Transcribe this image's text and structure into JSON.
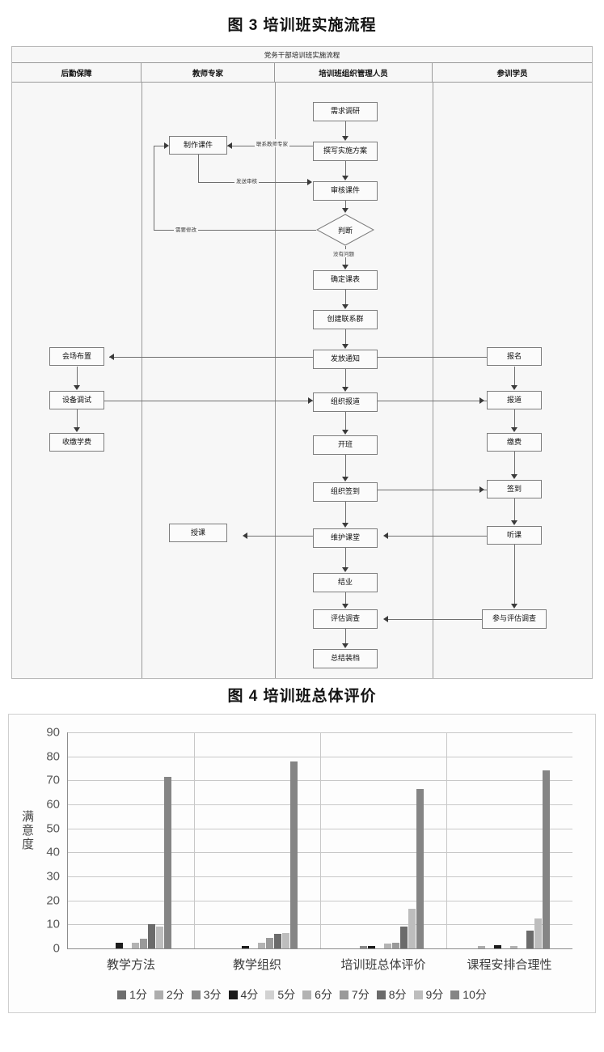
{
  "figure3": {
    "title": "图 3 培训班实施流程",
    "banner": "党务干部培训班实施流程",
    "lanes": [
      {
        "label": "后勤保障"
      },
      {
        "label": "教师专家"
      },
      {
        "label": "培训班组织管理人员"
      },
      {
        "label": "参训学员"
      }
    ],
    "nodes": {
      "n_demand": "需求调研",
      "n_plan": "撰写实施方案",
      "n_review": "审核课件",
      "n_judge": "判断",
      "n_schedule": "确定课表",
      "n_group": "创建联系群",
      "n_notice": "发放通知",
      "n_report_org": "组织报道",
      "n_open": "开班",
      "n_signin_org": "组织签到",
      "n_classroom": "维护课堂",
      "n_finish": "结业",
      "n_survey": "评估调查",
      "n_archive": "总结装档",
      "n_courseware": "制作课件",
      "n_teach": "授课",
      "n_venue": "会场布置",
      "n_equipment": "设备调试",
      "n_fees": "收缴学费",
      "n_signup": "报名",
      "n_report": "报道",
      "n_pay": "缴费",
      "n_signin": "签到",
      "n_attend": "听课",
      "n_join_survey": "参与评估调查"
    },
    "edge_labels": {
      "contact_expert": "联系教师专家",
      "send_review": "发送审核",
      "need_revise": "需要修改",
      "no_problem": "没有问题"
    }
  },
  "figure4": {
    "title": "图 4 培训班总体评价"
  },
  "chart_data": {
    "type": "bar",
    "title": "图 4 培训班总体评价",
    "xlabel": "",
    "ylabel": "满意度",
    "ylim": [
      0,
      90
    ],
    "yticks": [
      0,
      10,
      20,
      30,
      40,
      50,
      60,
      70,
      80,
      90
    ],
    "grid": true,
    "legend_position": "bottom",
    "categories": [
      "教学方法",
      "教学组织",
      "培训班总体评价",
      "课程安排合理性"
    ],
    "series": [
      {
        "name": "1分",
        "color": "#6e6e6e",
        "values": [
          0,
          0,
          0,
          0
        ]
      },
      {
        "name": "2分",
        "color": "#adadad",
        "values": [
          0,
          0,
          0,
          1
        ]
      },
      {
        "name": "3分",
        "color": "#8a8a8a",
        "values": [
          0,
          0,
          1,
          0
        ]
      },
      {
        "name": "4分",
        "color": "#1c1c1c",
        "values": [
          2.5,
          1,
          1,
          1.5
        ]
      },
      {
        "name": "5分",
        "color": "#d2d2d2",
        "values": [
          0,
          0,
          0,
          0
        ]
      },
      {
        "name": "6分",
        "color": "#b3b3b3",
        "values": [
          2.5,
          2.5,
          2,
          1
        ]
      },
      {
        "name": "7分",
        "color": "#9a9a9a",
        "values": [
          4,
          4.5,
          2.5,
          0
        ]
      },
      {
        "name": "8分",
        "color": "#6b6b6b",
        "values": [
          10,
          6,
          9,
          7.5
        ]
      },
      {
        "name": "9分",
        "color": "#bdbdbd",
        "values": [
          9,
          6.5,
          16.5,
          12.5
        ]
      },
      {
        "name": "10分",
        "color": "#858585",
        "values": [
          71.5,
          78,
          66.5,
          74
        ]
      }
    ]
  }
}
